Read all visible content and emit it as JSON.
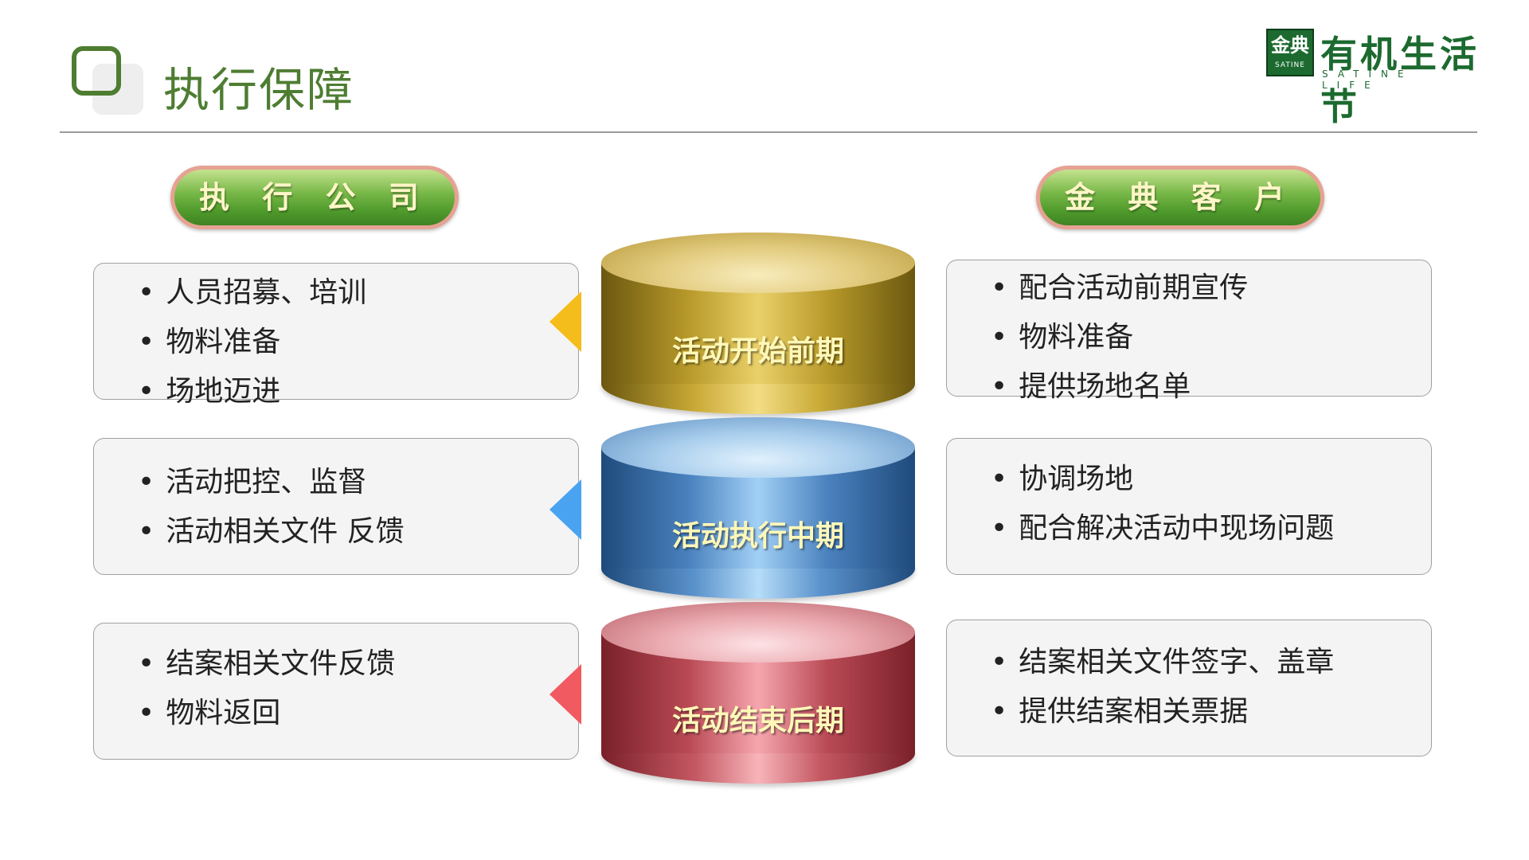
{
  "header": {
    "title": "执行保障"
  },
  "logo": {
    "mark_cn": "金典",
    "mark_en": "SATINE",
    "name_cn": "有机生活节",
    "name_en": "SATINE LIFE"
  },
  "left_heading": "执 行 公 司",
  "right_heading": "金 典 客 户",
  "phases": [
    {
      "label": "活动开始前期",
      "color": "#d1a82c",
      "left_items": [
        "人员招募、培训",
        "物料准备",
        "场地迈进"
      ],
      "right_items": [
        "配合活动前期宣传",
        "物料准备",
        "提供场地名单"
      ]
    },
    {
      "label": "活动执行中期",
      "color": "#4aa3f0",
      "left_items": [
        "活动把控、监督",
        "活动相关文件 反馈"
      ],
      "right_items": [
        "协调场地",
        "配合解决活动中现场问题"
      ]
    },
    {
      "label": "活动结束后期",
      "color": "#f15a60",
      "left_items": [
        "结案相关文件反馈",
        "物料返回"
      ],
      "right_items": [
        "结案相关文件签字、盖章",
        "提供结案相关票据"
      ]
    }
  ]
}
